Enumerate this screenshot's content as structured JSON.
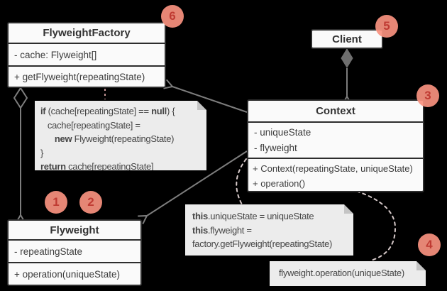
{
  "diagram_title": "Flyweight pattern UML diagram",
  "classes": {
    "factory": {
      "title": "FlyweightFactory",
      "attr": "- cache: Flyweight[]",
      "method": "+ getFlyweight(repeatingState)"
    },
    "client": {
      "title": "Client"
    },
    "context": {
      "title": "Context",
      "attr1": "- uniqueState",
      "attr2": "- flyweight",
      "method1": "+ Context(repeatingState, uniqueState)",
      "method2": "+ operation()"
    },
    "flyweight": {
      "title": "Flyweight",
      "attr": "- repeatingState",
      "method": "+ operation(uniqueState)"
    }
  },
  "notes": {
    "factory_code": {
      "lines": [
        [
          {
            "t": "if ",
            "b": true
          },
          {
            "t": "(cache[repeatingState] == "
          },
          {
            "t": "null",
            "b": true
          },
          {
            "t": ") {"
          }
        ],
        [
          {
            "t": "   cache[repeatingState] ="
          }
        ],
        [
          {
            "t": "      "
          },
          {
            "t": "new",
            "b": true
          },
          {
            "t": " Flyweight(repeatingState)"
          }
        ],
        [
          {
            "t": "}"
          }
        ],
        [
          {
            "t": "return",
            "b": true
          },
          {
            "t": " cache[repeatingState]"
          }
        ]
      ]
    },
    "context_ctor": {
      "lines": [
        [
          {
            "t": "this",
            "b": true
          },
          {
            "t": ".uniqueState = uniqueState"
          }
        ],
        [
          {
            "t": "this",
            "b": true
          },
          {
            "t": ".flyweight ="
          }
        ],
        [
          {
            "t": "factory.getFlyweight(repeatingState)"
          }
        ]
      ]
    },
    "context_operation": {
      "lines": [
        [
          {
            "t": "flyweight.operation(uniqueState)"
          }
        ]
      ]
    }
  },
  "badges": {
    "b1": "1",
    "b2": "2",
    "b3": "3",
    "b4": "4",
    "b5": "5",
    "b6": "6"
  },
  "colors": {
    "background": "#000000",
    "box_fill": "#FAFAFA",
    "box_border": "#2D2D2D",
    "note_fill": "#ECECEC",
    "note_fold": "#C4C4C4",
    "arrow": "#7D7D7D",
    "dashed_connector": "#D6C9C9",
    "badge_fill": "#F8917F",
    "badge_number": "#BF3A32"
  }
}
